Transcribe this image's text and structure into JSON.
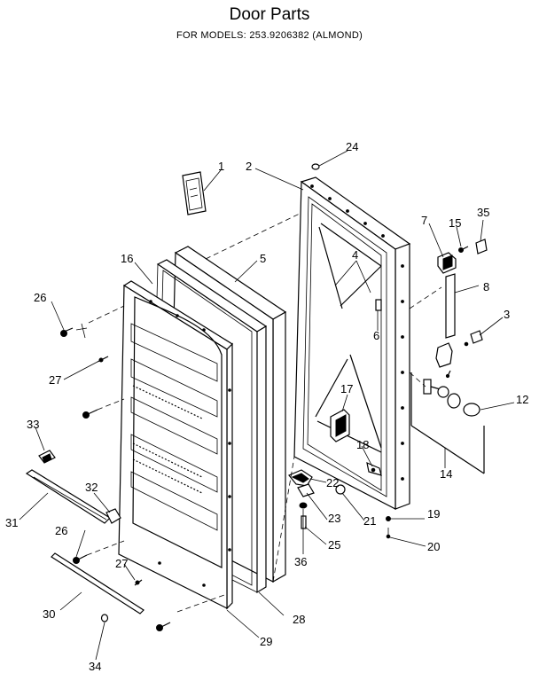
{
  "title": "Door Parts",
  "subtitle": "FOR MODELS:  253.9206382  (ALMOND)",
  "callouts": [
    {
      "id": "c1",
      "label": "1"
    },
    {
      "id": "c2",
      "label": "2"
    },
    {
      "id": "c3",
      "label": "3"
    },
    {
      "id": "c4",
      "label": "4"
    },
    {
      "id": "c5",
      "label": "5"
    },
    {
      "id": "c6",
      "label": "6"
    },
    {
      "id": "c7",
      "label": "7"
    },
    {
      "id": "c8",
      "label": "8"
    },
    {
      "id": "c12",
      "label": "12"
    },
    {
      "id": "c14",
      "label": "14"
    },
    {
      "id": "c15",
      "label": "15"
    },
    {
      "id": "c16",
      "label": "16"
    },
    {
      "id": "c17",
      "label": "17"
    },
    {
      "id": "c18",
      "label": "18"
    },
    {
      "id": "c19",
      "label": "19"
    },
    {
      "id": "c20",
      "label": "20"
    },
    {
      "id": "c21",
      "label": "21"
    },
    {
      "id": "c22",
      "label": "22"
    },
    {
      "id": "c23",
      "label": "23"
    },
    {
      "id": "c24",
      "label": "24"
    },
    {
      "id": "c25",
      "label": "25"
    },
    {
      "id": "c26a",
      "label": "26"
    },
    {
      "id": "c26b",
      "label": "26"
    },
    {
      "id": "c27a",
      "label": "27"
    },
    {
      "id": "c27b",
      "label": "27"
    },
    {
      "id": "c28",
      "label": "28"
    },
    {
      "id": "c29",
      "label": "29"
    },
    {
      "id": "c30",
      "label": "30"
    },
    {
      "id": "c31",
      "label": "31"
    },
    {
      "id": "c32",
      "label": "32"
    },
    {
      "id": "c33",
      "label": "33"
    },
    {
      "id": "c34",
      "label": "34"
    },
    {
      "id": "c35",
      "label": "35"
    },
    {
      "id": "c36",
      "label": "36"
    }
  ]
}
